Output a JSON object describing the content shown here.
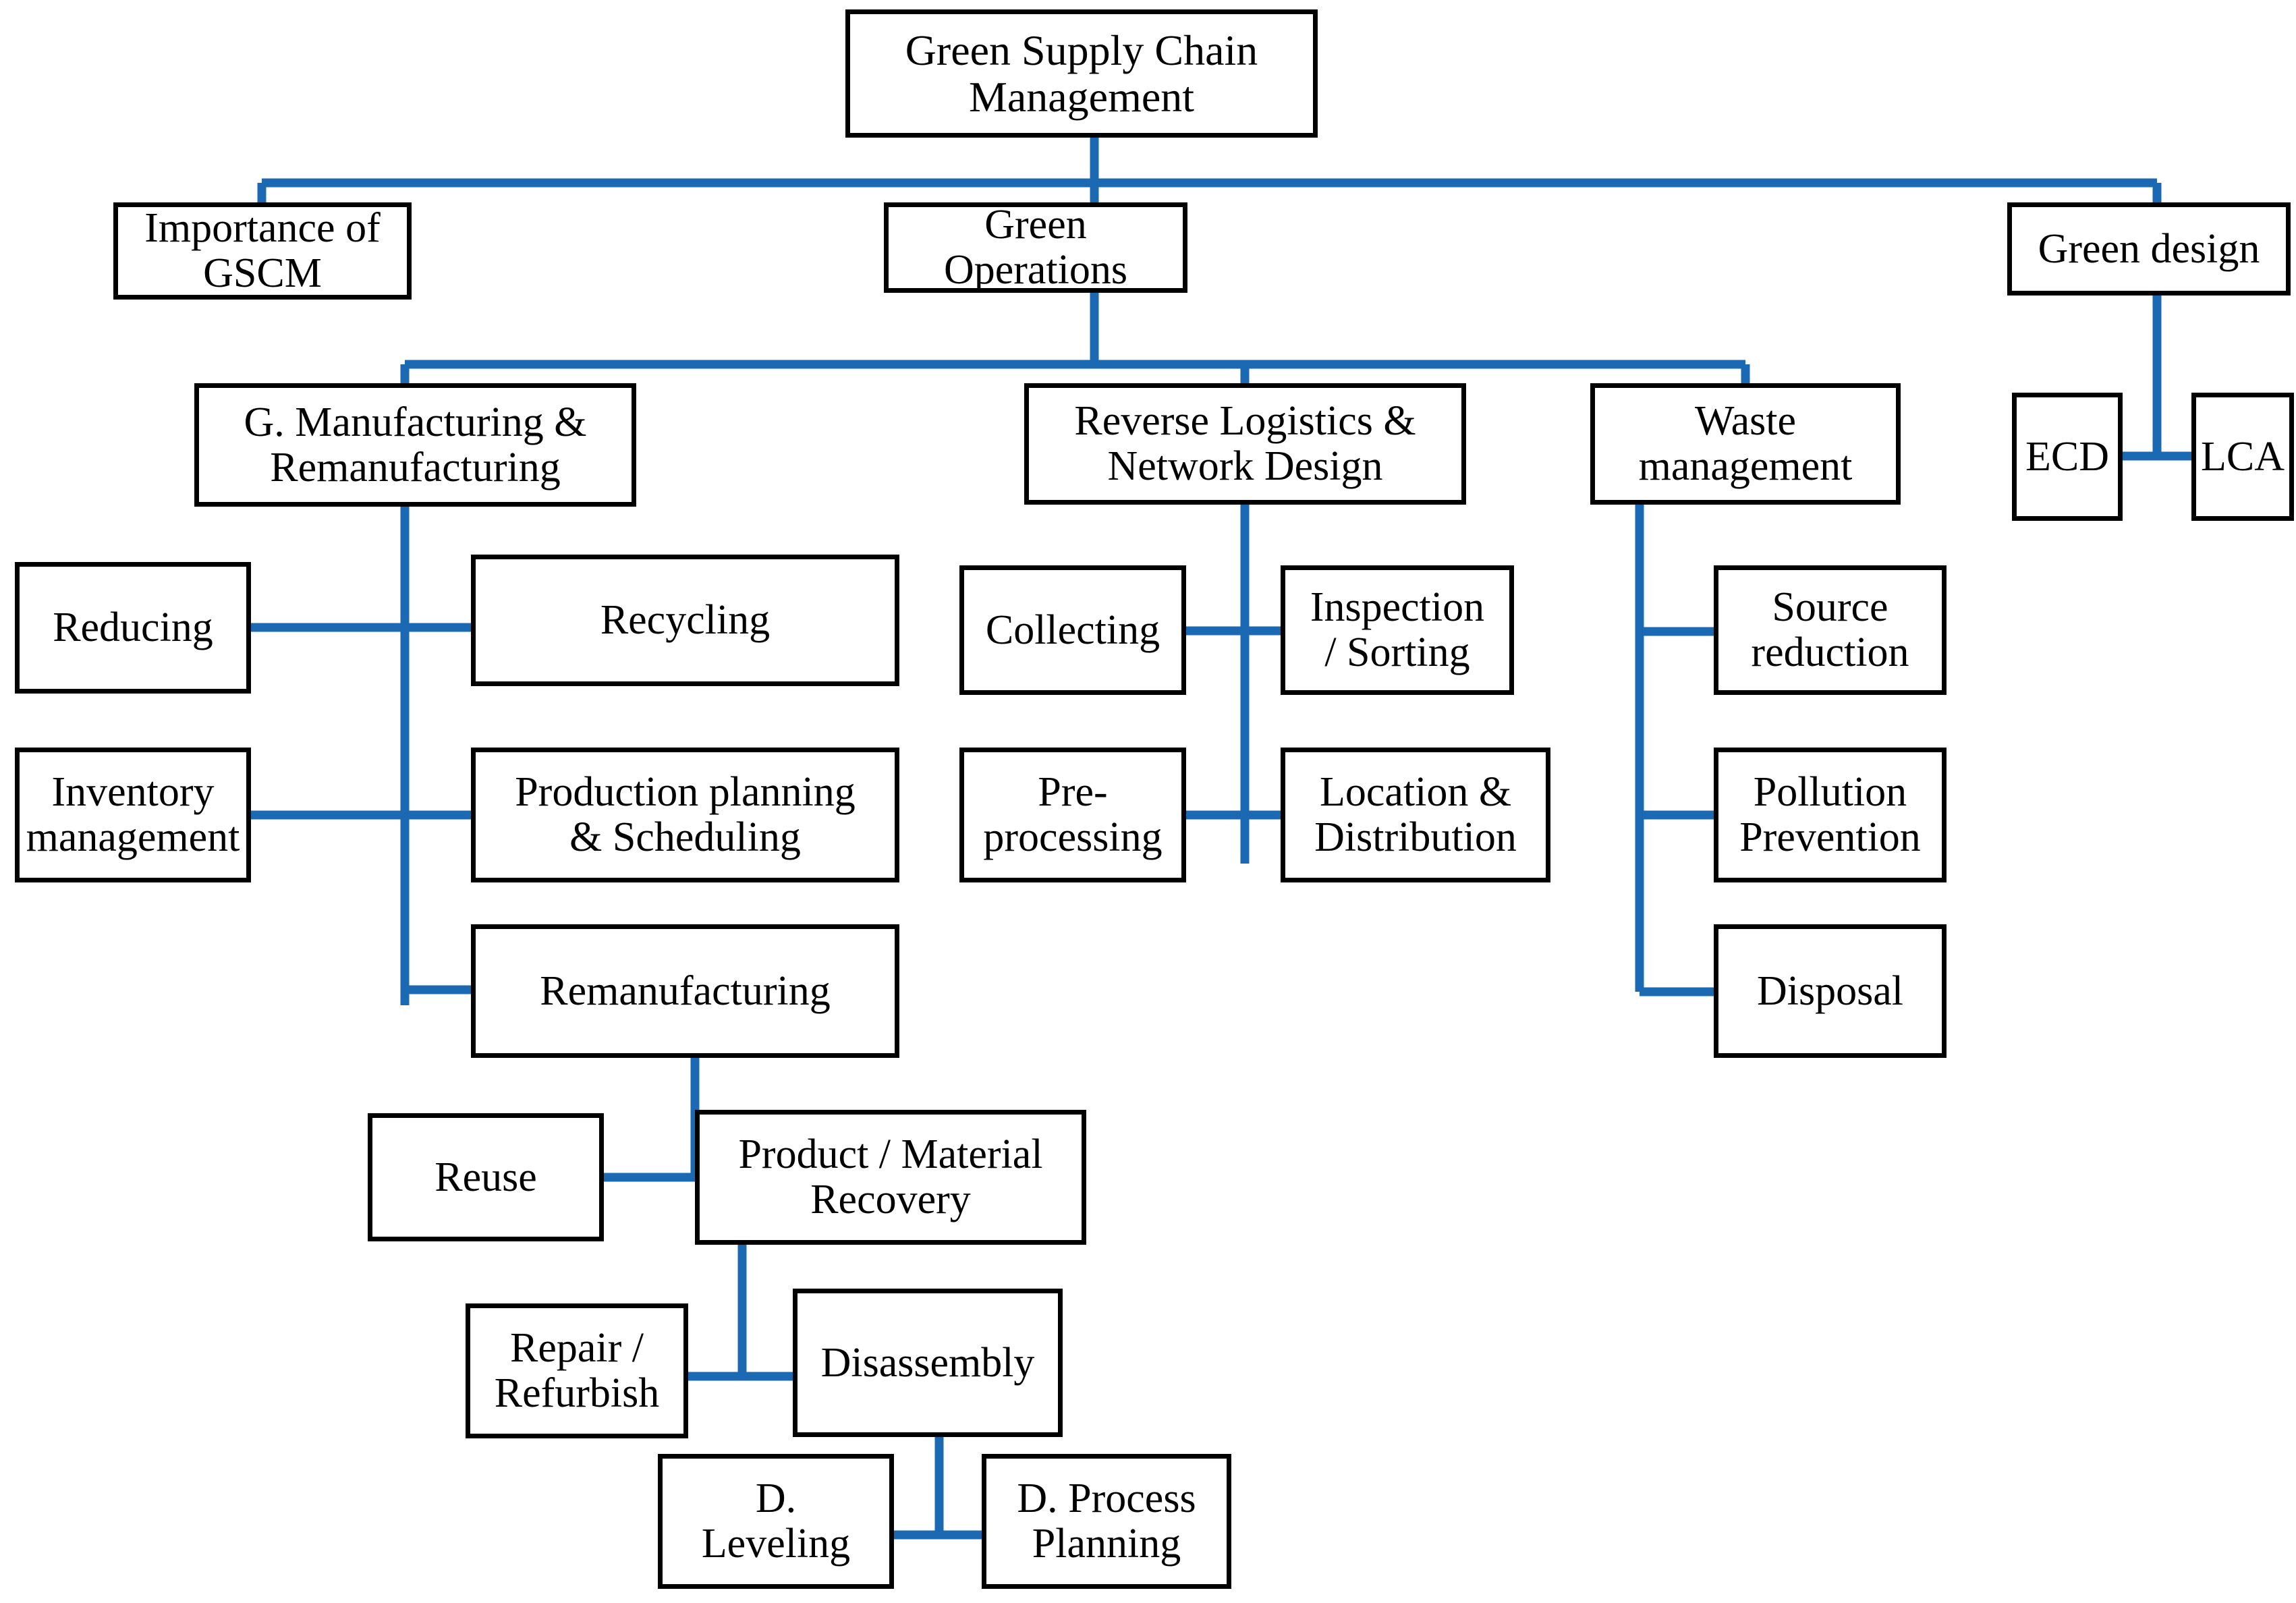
{
  "diagram": {
    "title": "Green Supply Chain Management hierarchy",
    "line_color": "#1B68B3",
    "box_border_color": "#000000",
    "box_fill_color": "#FFFFFF",
    "text_color": "#000000",
    "nodes": {
      "root": "Green Supply Chain\nManagement",
      "importance": "Importance of\nGSCM",
      "green_operations": "Green\nOperations",
      "green_design": "Green design",
      "ecd": "ECD",
      "lca": "LCA",
      "g_manufacturing": "G. Manufacturing &\nRemanufacturing",
      "reverse_logistics": "Reverse Logistics &\nNetwork Design",
      "waste_management": "Waste\nmanagement",
      "reducing": "Reducing",
      "recycling": "Recycling",
      "inventory_management": "Inventory\nmanagement",
      "production_planning": "Production planning\n& Scheduling",
      "remanufacturing": "Remanufacturing",
      "collecting": "Collecting",
      "inspection_sorting": "Inspection\n/ Sorting",
      "pre_processing": "Pre-\nprocessing",
      "location_distribution": "Location &\nDistribution",
      "source_reduction": "Source\nreduction",
      "pollution_prevention": "Pollution\nPrevention",
      "disposal": "Disposal",
      "reuse": "Reuse",
      "product_material_recovery": "Product / Material\nRecovery",
      "repair_refurbish": "Repair /\nRefurbish",
      "disassembly": "Disassembly",
      "d_leveling": "D.\nLeveling",
      "d_process_planning": "D. Process\nPlanning"
    }
  }
}
